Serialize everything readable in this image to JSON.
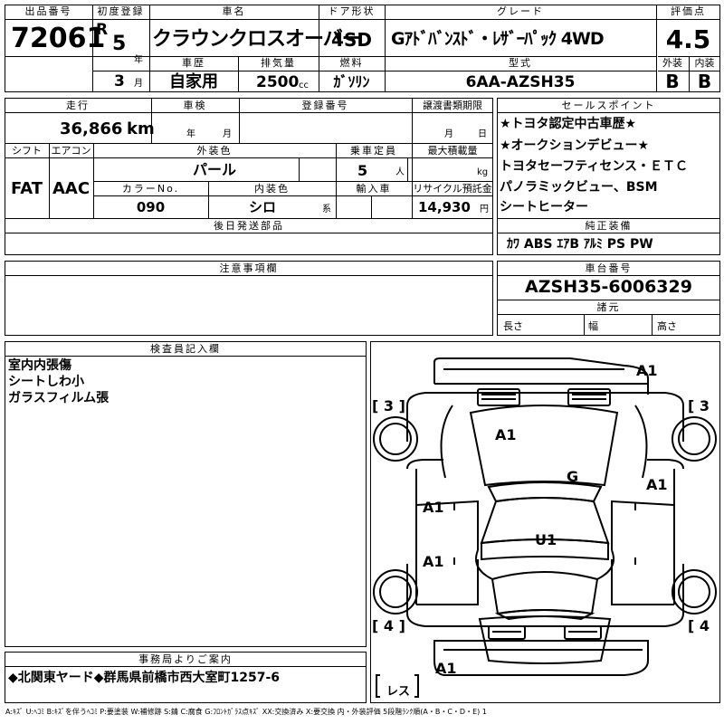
{
  "header": {
    "lot_label": "出品番号",
    "lot_number": "72061",
    "reg_label": "初度登録",
    "era": "R",
    "reg_year": "5",
    "year_unit": "年",
    "reg_month": "3",
    "month_unit": "月",
    "name_label": "車名",
    "car_name": "クラウンクロスオーバー",
    "body_type": "車歴",
    "history": "自家用",
    "displacement_label": "排気量",
    "displacement": "2500",
    "displacement_unit": "cc",
    "door_label": "ドア形状",
    "door": "4SD",
    "fuel_label": "燃料",
    "fuel": "ｶﾞｿﾘﾝ",
    "grade_label": "グレード",
    "grade": "Gｱﾄﾞﾊﾞﾝｽﾄﾞ・ﾚｻﾞｰﾊﾟｯｸ 4WD",
    "model_label": "型式",
    "model": "6AA-AZSH35",
    "score_label": "評価点",
    "score": "4.5",
    "ext_label": "外装",
    "ext": "B",
    "int_label": "内装",
    "int": "B"
  },
  "row2": {
    "mileage_label": "走行",
    "mileage": "36,866",
    "mileage_unit": "km",
    "inspection_label": "車検",
    "inspection_year": "年",
    "inspection_month": "月",
    "plate_label": "登録番号",
    "transfer_label": "譲渡書類期限",
    "transfer_month": "月",
    "transfer_day": "日",
    "shift_label": "シフト",
    "shift": "FAT",
    "ac_label": "エアコン",
    "ac": "AAC",
    "color_label": "外装色",
    "color": "パール",
    "capacity_label": "乗車定員",
    "capacity": "5",
    "capacity_unit": "人",
    "load_label": "最大積載量",
    "load_unit": "kg",
    "colorno_label": "カラーNo.",
    "colorno": "090",
    "interior_label": "内装色",
    "interior": "シロ",
    "interior_unit": "系",
    "import_label": "輸入車",
    "recycle_label": "リサイクル預託金",
    "recycle": "14,930",
    "recycle_unit": "円",
    "later_label": "後日発送部品"
  },
  "sales": {
    "label": "セールスポイント",
    "lines": [
      "★トヨタ認定中古車歴★",
      "★オークションデビュー★",
      "トヨタセーフティセンス・ＥＴＣ",
      "パノラミックビュー、BSM",
      "シートヒーター"
    ]
  },
  "equipment": {
    "label": "純正装備",
    "items": "ｶﾜ ABS ｴｱB ｱﾙﾐ PS PW"
  },
  "notes": {
    "label": "注意事項欄"
  },
  "chassis": {
    "label": "車台番号",
    "number": "AZSH35-6006329",
    "spec_label": "諸元",
    "length": "長さ",
    "width": "幅",
    "height": "高さ"
  },
  "inspector": {
    "label": "検査員記入欄",
    "lines": [
      "室内内張傷",
      "シートしわ小",
      "ガラスフィルム張"
    ]
  },
  "diagram": {
    "damage": {
      "front": "A1",
      "hood": "A1",
      "roof": "G",
      "left_front_door": "A1",
      "left_rear_door": "A1",
      "right_door": "A1",
      "cabin": "U1",
      "rear": "A1"
    },
    "tires": {
      "fl": "3",
      "fr": "3",
      "rl": "4",
      "rr": "4"
    },
    "spare": "レス"
  },
  "office": {
    "label": "事務局よりご案内",
    "text": "◆北関東ヤード◆群馬県前橋市西大室町1257-6"
  },
  "legend": "A:ｷｽﾞ U:ﾍｺﾐ B:ｷｽﾞを伴うﾍｺﾐ P:要塗装 W:補修跡 S:錆 C:腐食 G:ﾌﾛﾝﾄｶﾞﾗｽ点ｷｽﾞ XX:交換済み X:要交換 内・外装評価 5段階ﾗﾝｸ順(A・B・C・D・E) 1"
}
